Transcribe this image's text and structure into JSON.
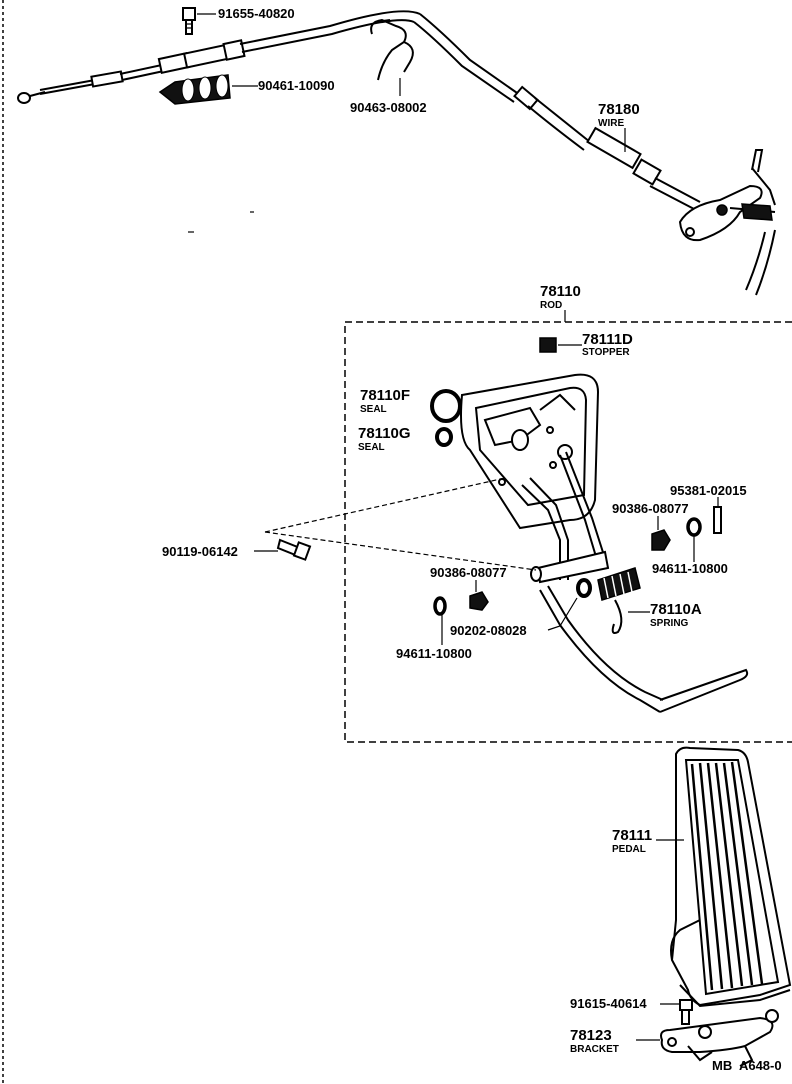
{
  "diagram": {
    "footer_code": "MB  A648-0",
    "labels": {
      "p91655": "91655-40820",
      "p90461": "90461-10090",
      "p90463": "90463-08002",
      "p78180": "78180",
      "p78180_sub": "WIRE",
      "p78110": "78110",
      "p78110_sub": "ROD",
      "p78111D": "78111D",
      "p78111D_sub": "STOPPER",
      "p78110F": "78110F",
      "p78110F_sub": "SEAL",
      "p78110G": "78110G",
      "p78110G_sub": "SEAL",
      "p95381": "95381-02015",
      "p90386a": "90386-08077",
      "p90119": "90119-06142",
      "p94611a": "94611-10800",
      "p90386b": "90386-08077",
      "p78110A": "78110A",
      "p78110A_sub": "SPRING",
      "p90202": "90202-08028",
      "p94611b": "94611-10800",
      "p78111": "78111",
      "p78111_sub": "PEDAL",
      "p91615": "91615-40614",
      "p78123": "78123",
      "p78123_sub": "BRACKET"
    }
  }
}
